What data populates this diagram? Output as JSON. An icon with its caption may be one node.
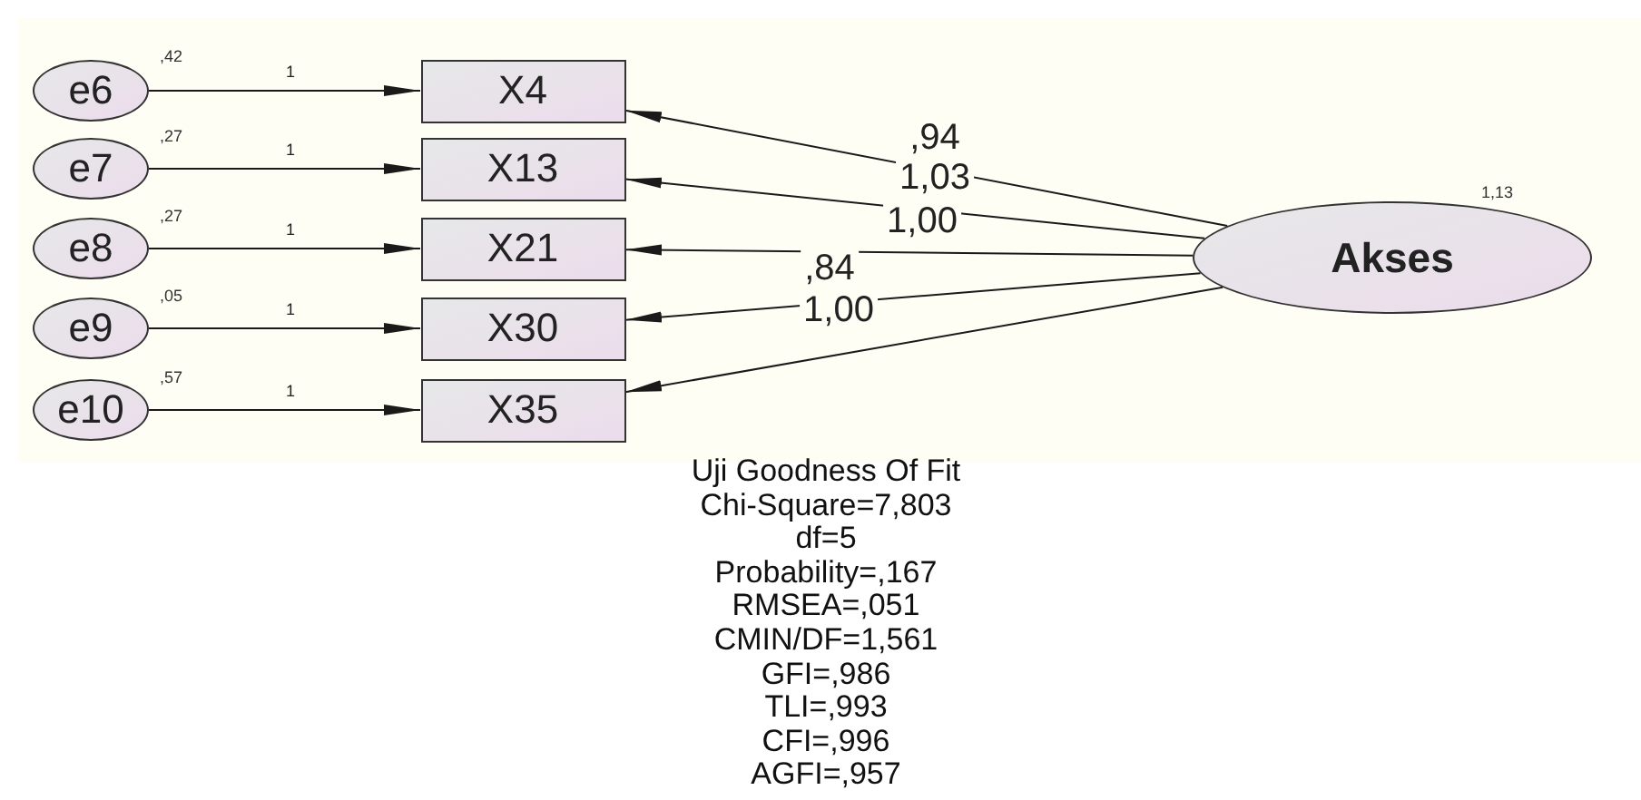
{
  "diagram": {
    "nodes": [
      {
        "text": [
          "e6"
        ],
        "beside": [
          ",42"
        ]
      },
      {
        "text": [
          "e7"
        ],
        "beside": [
          ",27"
        ]
      },
      {
        "text": [
          "e8"
        ],
        "beside": [
          ",27"
        ]
      },
      {
        "text": [
          "e9"
        ],
        "beside": [
          ",05"
        ]
      },
      {
        "text": [
          "e10"
        ],
        "beside": [
          ",57"
        ]
      },
      {
        "text": [
          "X4"
        ]
      },
      {
        "text": [
          "X13"
        ]
      },
      {
        "text": [
          "X21"
        ]
      },
      {
        "text": [
          "X30"
        ]
      },
      {
        "text": [
          "X35"
        ]
      },
      {
        "text": [
          "Akses"
        ],
        "beside": [
          "1,13"
        ]
      }
    ],
    "edges": [
      {
        "from": 0,
        "to": 5,
        "arrow": "to",
        "label": "1"
      },
      {
        "from": 1,
        "to": 6,
        "arrow": "to",
        "label": "1"
      },
      {
        "from": 2,
        "to": 7,
        "arrow": "to",
        "label": "1"
      },
      {
        "from": 3,
        "to": 8,
        "arrow": "to",
        "label": "1"
      },
      {
        "from": 4,
        "to": 9,
        "arrow": "to",
        "label": "1"
      },
      {
        "from": 10,
        "to": 5,
        "arrow": "to",
        "label": ",94"
      },
      {
        "from": 10,
        "to": 6,
        "arrow": "to",
        "label": "1,03"
      },
      {
        "from": 10,
        "to": 7,
        "arrow": "to",
        "label": "1,00"
      },
      {
        "from": 10,
        "to": 8,
        "arrow": "to",
        "label": ",84"
      },
      {
        "from": 10,
        "to": 9,
        "arrow": "to",
        "label": "1,00"
      }
    ],
    "labels": [
      "Uji Goodness Of Fit",
      "Chi-Square=7,803",
      "df=5",
      "Probability=,167",
      "RMSEA=,051",
      "CMIN/DF=1,561",
      "GFI=,986",
      "TLI=,993",
      "CFI=,996",
      "AGFI=,957"
    ]
  }
}
